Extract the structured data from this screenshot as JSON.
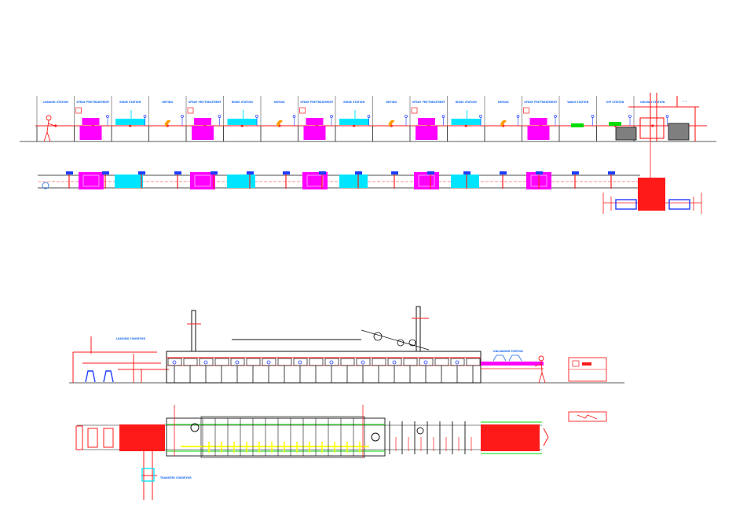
{
  "drawing": {
    "top_view": {
      "station_labels": [
        "LOADING STATION",
        "SPRAY PRE-TREATMENT",
        "RINSE STATION",
        "DRYING",
        "SPRAY PRE-TREATMENT",
        "RINSE STATION",
        "DRYING",
        "SPRAY PRE-TREATMENT",
        "RINSE STATION",
        "DRYING",
        "SPRAY PRE-TREATMENT",
        "RINSE STATION",
        "DRYING",
        "SPRAY PRE-TREATMENT",
        "WASH STATION",
        "DIP STATION",
        "UNLOAD STATION"
      ]
    },
    "bottom_view": {
      "labels": {
        "loading_frame": "LOADING CONVEYOR",
        "unloading": "UNLOADING STATION",
        "side_conveyor": "TRANSFER CONVEYOR"
      }
    },
    "colors": {
      "line": "#ff1a1a",
      "magenta": "#ff00ff",
      "cyan": "#00e5ff",
      "blue": "#1e3cff",
      "green": "#00dd00",
      "yellow": "#ffff00",
      "orange": "#ff9900",
      "gray": "#7f7f7f",
      "dark": "#111111"
    }
  }
}
